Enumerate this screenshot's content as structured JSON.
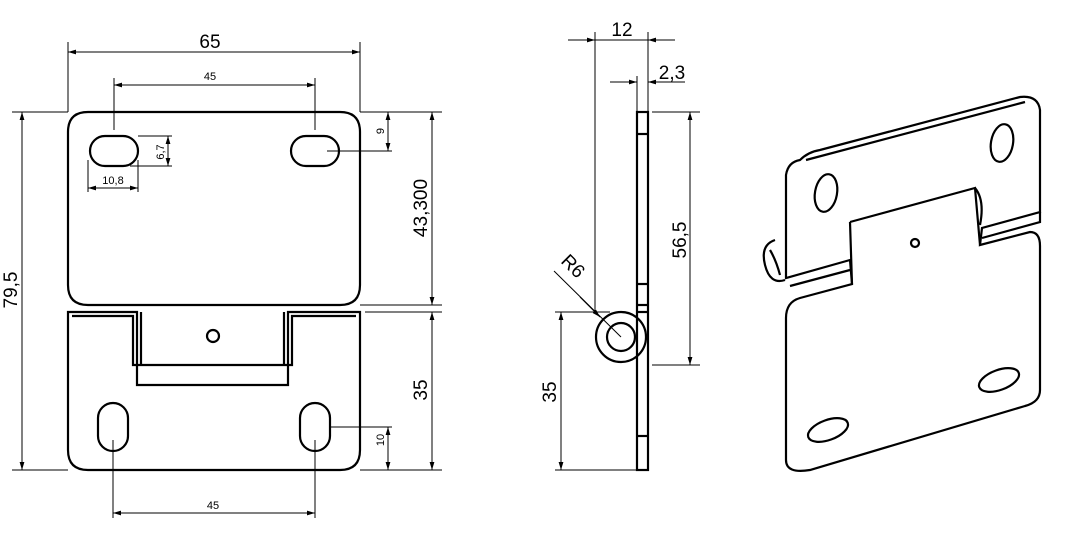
{
  "front_view": {
    "overall_width": "65",
    "slot_spacing_top": "45",
    "slot_spacing_bottom": "45",
    "overall_height": "79,5",
    "top_leaf_height": "43,300",
    "bottom_leaf_height": "35",
    "slot_length": "10,8",
    "slot_width": "6,7",
    "top_slot_offset": "9",
    "bottom_slot_offset": "10"
  },
  "side_view": {
    "barrel_width": "12",
    "thickness": "2,3",
    "top_leaf_height": "56,5",
    "bottom_leaf_height": "35",
    "barrel_radius": "R6"
  }
}
